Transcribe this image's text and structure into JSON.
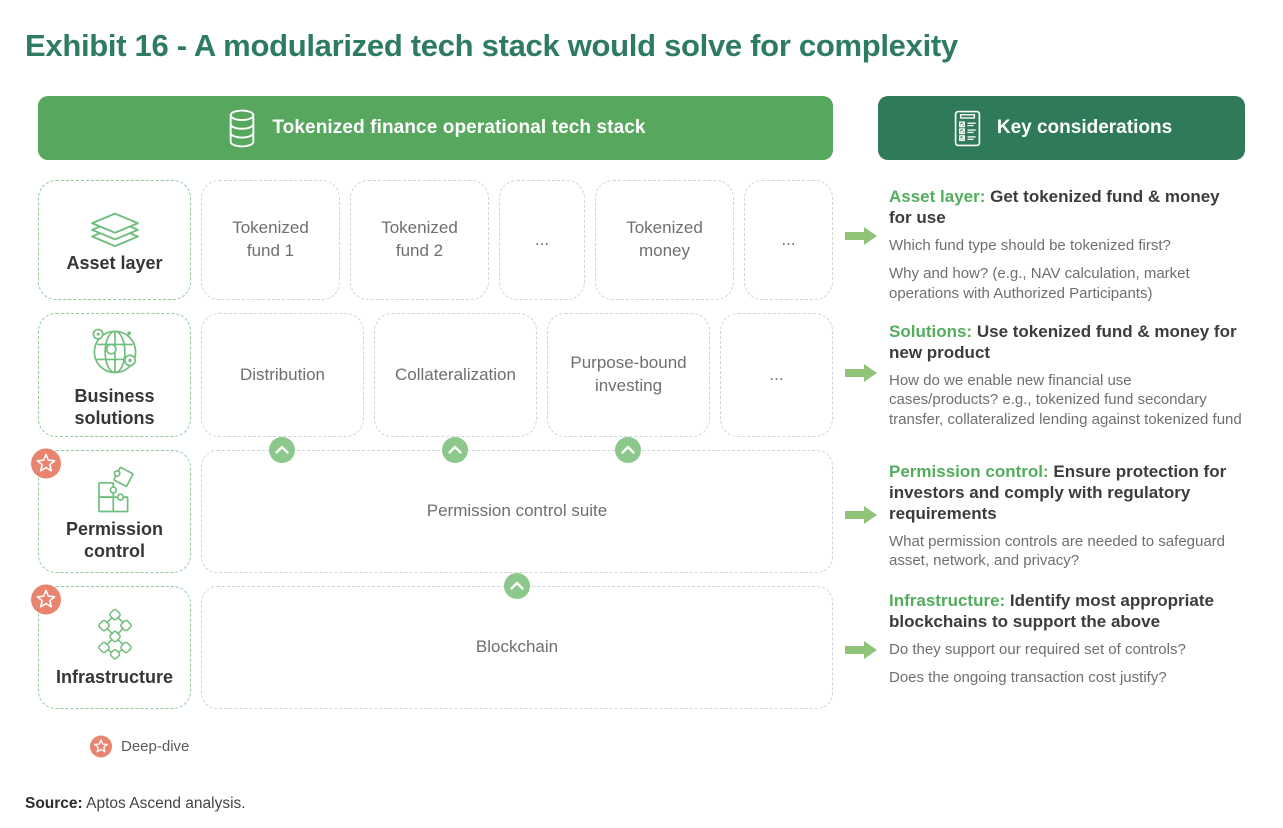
{
  "title": "Exhibit 16 - A modularized tech stack would solve for complexity",
  "stack_panel": {
    "header": "Tokenized finance operational tech stack",
    "rows": [
      {
        "label": "Asset layer",
        "boxes": [
          "Tokenized fund 1",
          "Tokenized fund 2",
          "...",
          "Tokenized money",
          "..."
        ]
      },
      {
        "label": "Business solutions",
        "boxes": [
          "Distribution",
          "Collateralization",
          "Purpose-bound investing",
          "..."
        ]
      },
      {
        "label": "Permission control",
        "boxes": [
          "Permission control suite"
        ]
      },
      {
        "label": "Infrastructure",
        "boxes": [
          "Blockchain"
        ]
      }
    ]
  },
  "considerations_panel": {
    "header": "Key considerations",
    "sections": [
      {
        "term": "Asset layer:",
        "heading": " Get tokenized fund & money for use",
        "points": [
          "Which fund type should be tokenized first?",
          "Why and how? (e.g., NAV calculation, market operations with Authorized Participants)"
        ]
      },
      {
        "term": "Solutions:",
        "heading": " Use tokenized fund & money for new product",
        "points": [
          "How do we enable new financial use cases/products? e.g., tokenized fund secondary transfer, collateralized lending against tokenized fund"
        ]
      },
      {
        "term": "Permission control:",
        "heading": " Ensure protection for investors and comply with regulatory requirements",
        "points": [
          "What permission controls are needed to safeguard asset, network, and privacy?"
        ]
      },
      {
        "term": "Infrastructure:",
        "heading": " Identify most appropriate blockchains to support the above",
        "points": [
          "Do they support our required set of controls?",
          "Does the ongoing transaction cost justify?"
        ]
      }
    ]
  },
  "legend": {
    "deep_dive_label": "Deep-dive"
  },
  "source": {
    "prefix": "Source:",
    "text": " Aptos Ascend analysis."
  },
  "colors": {
    "title_green": "#2e7c5f",
    "header_green": "#57a75e",
    "header_dark_green": "#2f7a58",
    "accent_green": "#53ad5c",
    "icon_green": "#6fbe7c",
    "arrow_green": "#8fc478",
    "chevron_green": "#8cc88b",
    "deep_dive_coral": "#e8846f",
    "dashed_green_border": "#8fcb98",
    "dashed_gray_border": "#ccd6d4",
    "body_text": "#6f6f6f",
    "dark_text": "#3c3c3c"
  }
}
